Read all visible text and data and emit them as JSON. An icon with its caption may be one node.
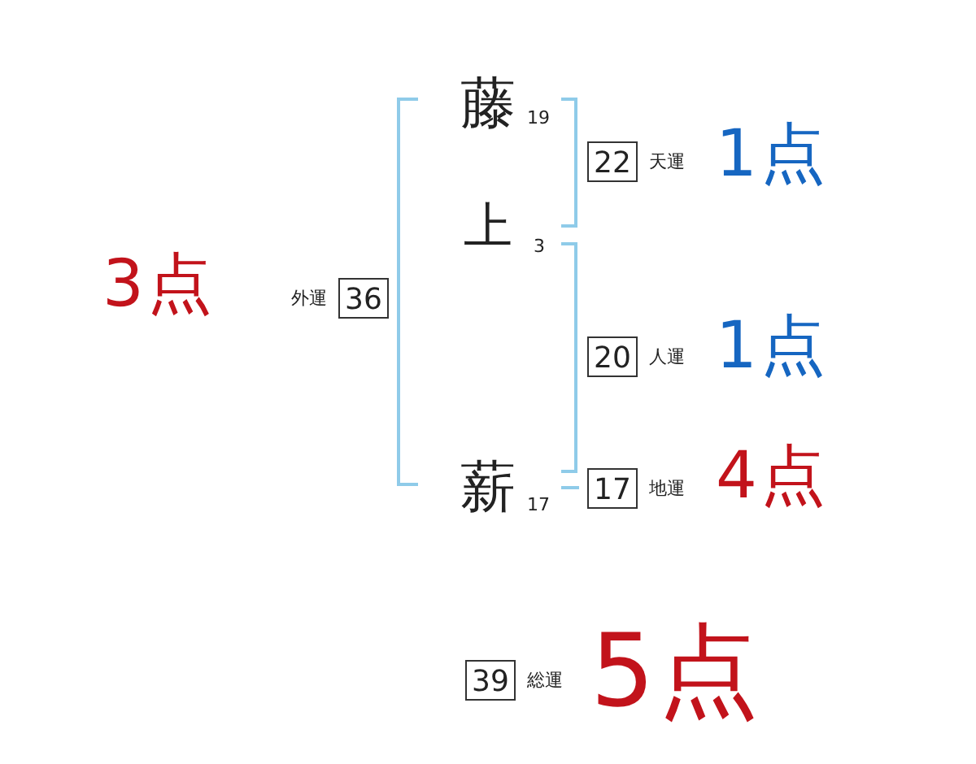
{
  "diagram": {
    "nodes": [
      {
        "text": [
          "22"
        ],
        "beside": [
          "天運"
        ]
      },
      {
        "text": [
          "36"
        ],
        "beside": [
          "外運"
        ]
      },
      {
        "text": [
          "20"
        ],
        "beside": [
          "人運"
        ]
      },
      {
        "text": [
          "17"
        ],
        "beside": [
          "地運"
        ]
      },
      {
        "text": [
          "39"
        ],
        "beside": [
          "総運"
        ]
      }
    ],
    "labels": [
      "藤",
      "19",
      "1点",
      "上",
      "3",
      "3点",
      "1点",
      "4点",
      "薪",
      "17",
      "5点"
    ]
  }
}
